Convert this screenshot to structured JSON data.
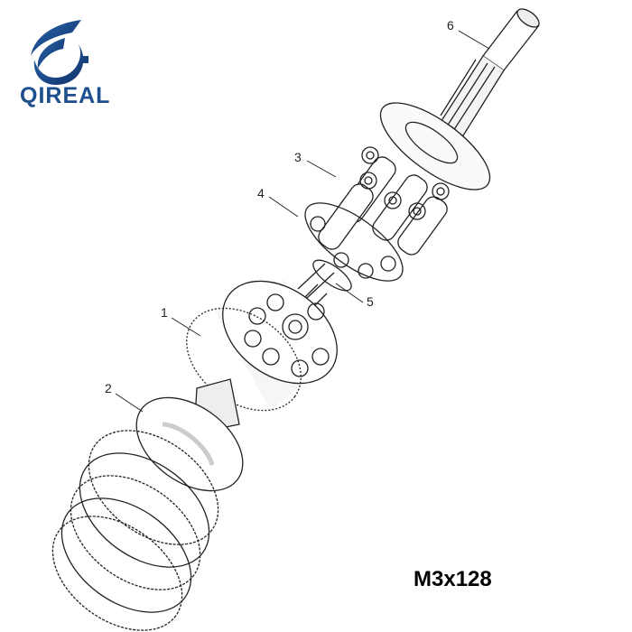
{
  "logo": {
    "text": "QIREAL",
    "color": "#1d4f8f"
  },
  "model": "M3x128",
  "callouts": [
    "1",
    "2",
    "3",
    "4",
    "5",
    "6"
  ]
}
